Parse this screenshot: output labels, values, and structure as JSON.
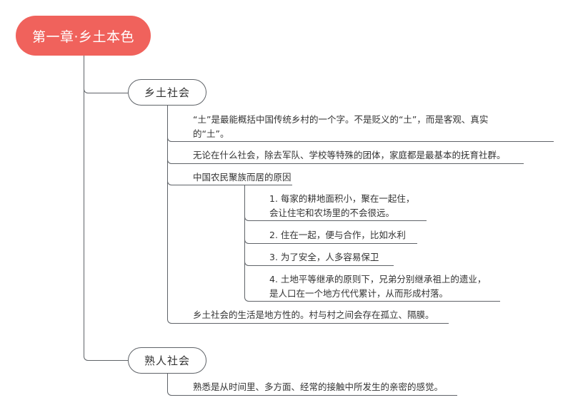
{
  "mindmap": {
    "root": {
      "label": "第一章·乡土本色",
      "color": "#F0625C"
    },
    "topics": [
      {
        "label": "乡土社会",
        "children": [
          {
            "lines": [
              "“土”是最能概括中国传统乡村的一个字。不是贬义的“土”，而是客观、真实",
              "的“土”。"
            ]
          },
          {
            "lines": [
              "无论在什么社会，除去军队、学校等特殊的团体，家庭都是最基本的抚育社群。"
            ]
          },
          {
            "lines": [
              "中国农民聚族而居的原因"
            ],
            "children": [
              {
                "lines": [
                  "1. 每家的耕地面积小，聚在一起住，",
                  "会让住宅和农场里的不会很远。"
                ]
              },
              {
                "lines": [
                  "2. 住在一起，便与合作，比如水利"
                ]
              },
              {
                "lines": [
                  "3. 为了安全，人多容易保卫"
                ]
              },
              {
                "lines": [
                  "4. 土地平等继承的原则下，兄弟分别继承祖上的遗业，",
                  "是人口在一个地方代代累计，从而形成村落。"
                ]
              }
            ]
          },
          {
            "lines": [
              "乡土社会的生活是地方性的。村与村之间会存在孤立、隔膜。"
            ]
          }
        ]
      },
      {
        "label": "熟人社会",
        "children": [
          {
            "lines": [
              "熟悉是从时间里、多方面、经常的接触中所发生的亲密的感觉。"
            ]
          }
        ]
      }
    ],
    "line_color": "#5f6368"
  }
}
